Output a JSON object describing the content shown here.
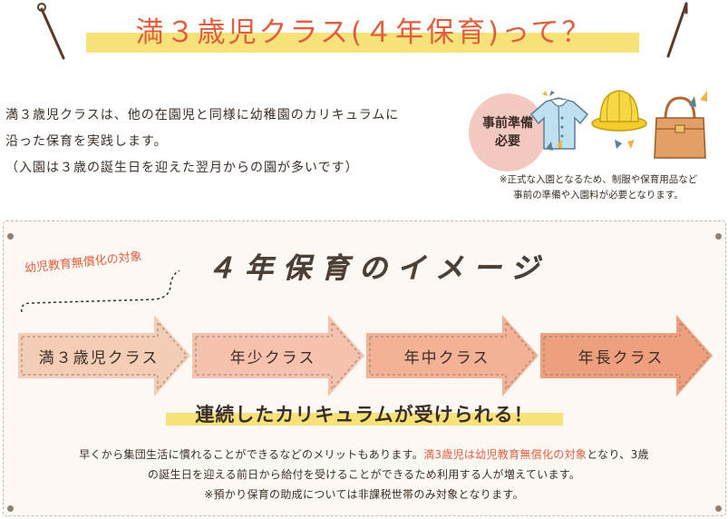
{
  "header": {
    "title": "満３歳児クラス(４年保育)って？"
  },
  "intro": {
    "lines": [
      "満３歳児クラスは、他の在園児と同様に幼稚園のカリキュラムに",
      "沿った保育を実践します。",
      "（入園は３歳の誕生日を迎えた翌月からの園が多いです）"
    ]
  },
  "badge": {
    "line1": "事前準備",
    "line2": "必要"
  },
  "note": {
    "line1": "※正式な入園となるため、制服や保育用品など",
    "line2": "事前の準備や入園料が必要となります。"
  },
  "panel": {
    "title": "４年保育のイメージ",
    "subsidy_label": "幼児教育無償化の対象",
    "classes": [
      {
        "label": "満３歳児クラス",
        "color": "#f4cdb6"
      },
      {
        "label": "年少クラス",
        "color": "#f6c2ad"
      },
      {
        "label": "年中クラス",
        "color": "#f3b196"
      },
      {
        "label": "年長クラス",
        "color": "#ee9f7e"
      }
    ],
    "continuous": "連続したカリキュラムが受けられる！",
    "bottom": {
      "line1_a": "早くから集団生活に慣れることができるなどのメリットもあります。",
      "line1_hl": "満3歳児は幼児教育無償化の対象",
      "line1_b": "となり、3歳",
      "line2": "の誕生日を迎える前日から給付を受けることができるため利用する人が増えています。",
      "line3": "※預かり保育の助成については非課税世帯のみ対象となります。"
    }
  },
  "colors": {
    "accent": "#e05e3e",
    "highlight": "#f7e27a",
    "badge": "#f3c8c0",
    "panel_bg": "#fdf8f3"
  },
  "icons": [
    "baby-jacket-icon",
    "yellow-hat-icon",
    "bag-icon"
  ]
}
